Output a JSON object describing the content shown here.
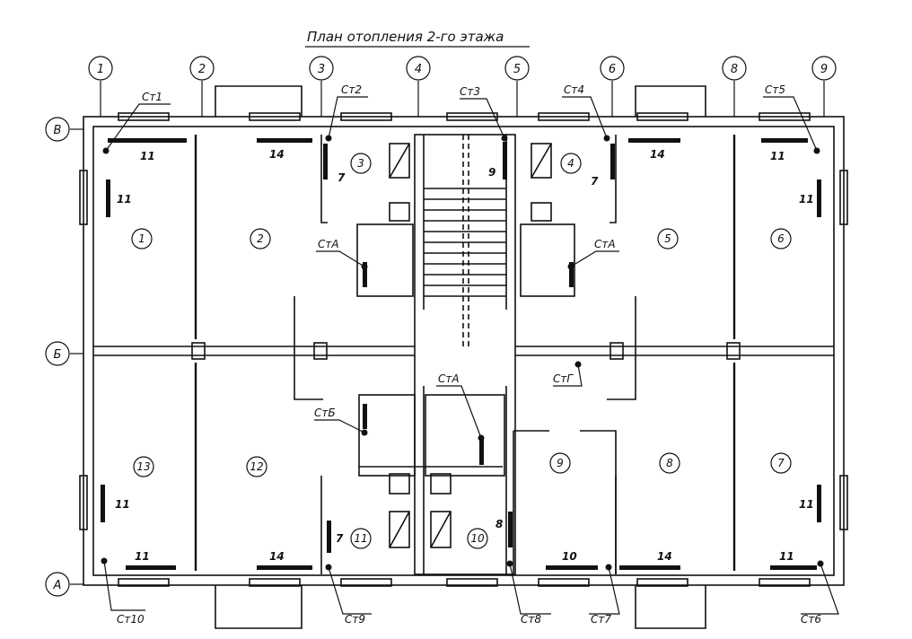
{
  "title": "План отопления 2-го этажа",
  "axes": {
    "vertical": [
      "1",
      "2",
      "3",
      "4",
      "5",
      "6",
      "8",
      "9"
    ],
    "horizontal": [
      "В",
      "Б",
      "А"
    ]
  },
  "rooms": [
    "1",
    "2",
    "3",
    "4",
    "5",
    "6",
    "7",
    "8",
    "9",
    "10",
    "11",
    "12",
    "13"
  ],
  "risers": {
    "st1": "Ст1",
    "st2": "Ст2",
    "st3": "Ст3",
    "st4": "Ст4",
    "st5": "Ст5",
    "st6": "Ст6",
    "st7": "Ст7",
    "st8": "Ст8",
    "st9": "Ст9",
    "st10": "Ст10",
    "sta": "СтА",
    "stb": "СтБ",
    "stg": "СтГ"
  },
  "radiator_sections": {
    "r_n11": "11",
    "r_n14": "14",
    "r_n7": "7",
    "r_n9": "9",
    "r_n8": "8",
    "r_n10": "10"
  }
}
